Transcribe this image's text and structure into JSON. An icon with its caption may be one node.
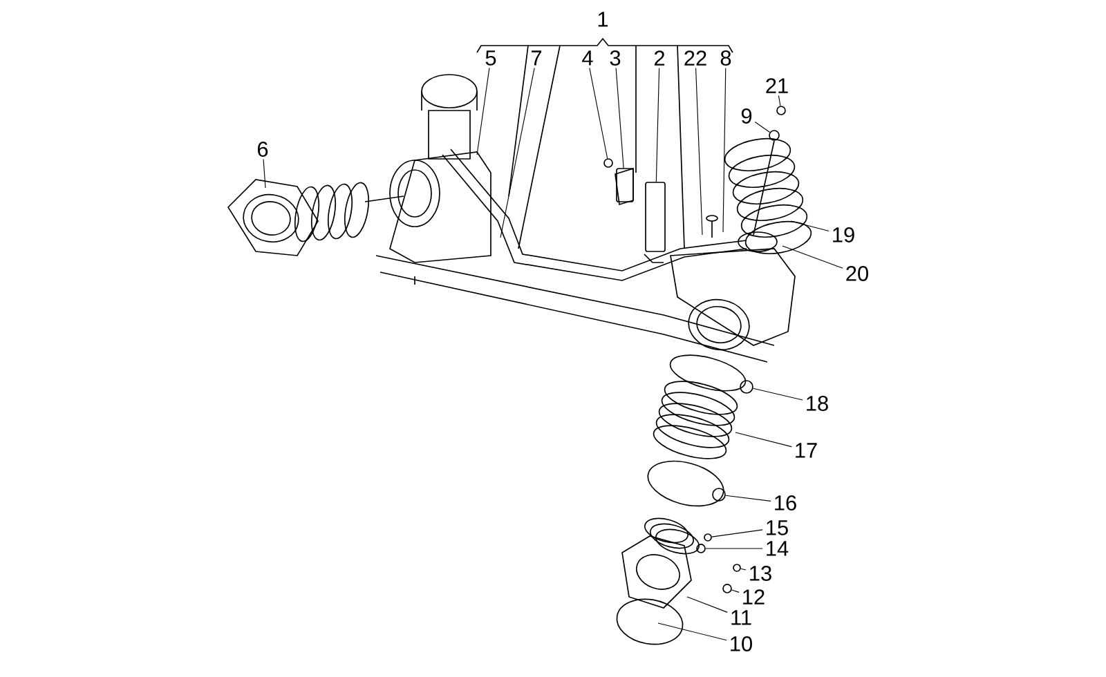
{
  "diagram": {
    "nodes": [
      {
        "text": [
          "5"
        ]
      },
      {
        "text": [
          "7"
        ]
      },
      {
        "text": [
          "4"
        ]
      },
      {
        "text": [
          "3"
        ]
      },
      {
        "text": [
          "2"
        ]
      },
      {
        "text": [
          "22"
        ]
      },
      {
        "text": [
          "8"
        ]
      },
      {
        "text": [
          "21"
        ]
      },
      {
        "text": [
          "9"
        ]
      },
      {
        "text": [
          "6"
        ]
      },
      {
        "text": [
          "19"
        ]
      },
      {
        "text": [
          "20"
        ]
      },
      {
        "text": [
          "18"
        ]
      },
      {
        "text": [
          "17"
        ]
      },
      {
        "text": [
          "16"
        ]
      },
      {
        "text": [
          "15"
        ]
      },
      {
        "text": [
          "14"
        ]
      },
      {
        "text": [
          "13"
        ]
      },
      {
        "text": [
          "12"
        ]
      },
      {
        "text": [
          "11"
        ]
      },
      {
        "text": [
          "10"
        ]
      },
      {
        "text": [],
        "shape": "circle"
      },
      {
        "text": [],
        "shape": "box"
      },
      {
        "text": [],
        "shape": "box"
      },
      {
        "text": [],
        "shape": "circle"
      },
      {
        "text": [],
        "shape": "circle"
      },
      {
        "text": [],
        "shape": "circle"
      },
      {
        "text": [],
        "shape": "circle"
      },
      {
        "text": [],
        "shape": "circle"
      },
      {
        "text": [],
        "shape": "circle"
      },
      {
        "text": [],
        "shape": "circle"
      },
      {
        "text": [],
        "shape": "circle"
      }
    ],
    "edges": [
      {
        "from": 0,
        "to": null,
        "arrow": "none"
      },
      {
        "from": 1,
        "to": null,
        "arrow": "none"
      },
      {
        "from": 2,
        "to": 21,
        "arrow": "none"
      },
      {
        "from": 3,
        "to": 22,
        "arrow": "none"
      },
      {
        "from": 4,
        "to": 23,
        "arrow": "none"
      },
      {
        "from": 5,
        "to": null,
        "arrow": "none"
      },
      {
        "from": 6,
        "to": null,
        "arrow": "none"
      },
      {
        "from": 7,
        "to": 24,
        "arrow": "none"
      },
      {
        "from": 8,
        "to": 25,
        "arrow": "none"
      },
      {
        "from": 9,
        "to": null,
        "arrow": "none"
      },
      {
        "from": 10,
        "to": null,
        "arrow": "none"
      },
      {
        "from": 11,
        "to": null,
        "arrow": "none"
      },
      {
        "from": 12,
        "to": 26,
        "arrow": "none"
      },
      {
        "from": 13,
        "to": null,
        "arrow": "none"
      },
      {
        "from": 14,
        "to": 27,
        "arrow": "none"
      },
      {
        "from": 15,
        "to": 28,
        "arrow": "none"
      },
      {
        "from": 16,
        "to": 29,
        "arrow": "none"
      },
      {
        "from": 17,
        "to": 30,
        "arrow": "none"
      },
      {
        "from": 18,
        "to": 31,
        "arrow": "none"
      },
      {
        "from": 19,
        "to": null,
        "arrow": "none"
      },
      {
        "from": 20,
        "to": null,
        "arrow": "none"
      }
    ],
    "labels": [
      "1"
    ]
  }
}
